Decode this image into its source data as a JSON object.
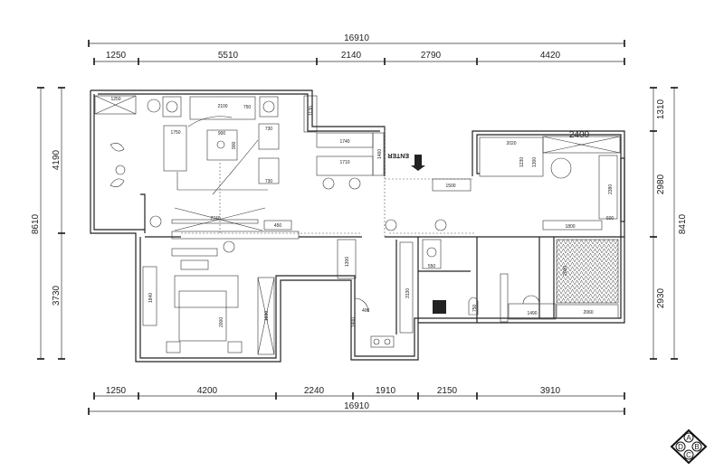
{
  "dimensions": {
    "top_total": "16910",
    "top_segments": [
      "1250",
      "5510",
      "2140",
      "2790",
      "4420"
    ],
    "bottom_segments": [
      "1250",
      "4200",
      "2240",
      "1910",
      "2150",
      "3910"
    ],
    "bottom_total": "16910",
    "left_total": "8610",
    "left_segments": [
      "4190",
      "3730"
    ],
    "right_total": "8410",
    "right_segments": [
      "1310",
      "2980",
      "2930"
    ]
  },
  "furniture_labels": {
    "cabinet_tl": "1250",
    "sofa": "2100",
    "sofa_depth": "750",
    "coffee_table": "900",
    "coffee_table_h": "900",
    "armchair_1": "730",
    "armchair_2": "730",
    "side_sofa": "1750",
    "tall_cabinet": "1130",
    "counter_1": "1740",
    "counter_2": "1710",
    "counter_side": "1460",
    "tv_wall": "2740",
    "tv_side": "450",
    "desk": "2020",
    "desk_h": "1230",
    "desk_h2": "1300",
    "shelf": "1500",
    "room_top": "2400",
    "bench": "2380",
    "cabinet_r": "1800",
    "cabinet_r_w": "600",
    "wardrobe_l": "1840",
    "bed": "2000",
    "wardrobe_m": "1830",
    "kitchen_len": "3130",
    "door_w": "400",
    "fridge": "1300",
    "basin": "550",
    "shower": "1490",
    "bath": "2060",
    "bed_r": "2000",
    "toilet": "750",
    "counter_v": "1400",
    "enter": "ENTER"
  },
  "compass": [
    "A",
    "B",
    "C",
    "D"
  ]
}
